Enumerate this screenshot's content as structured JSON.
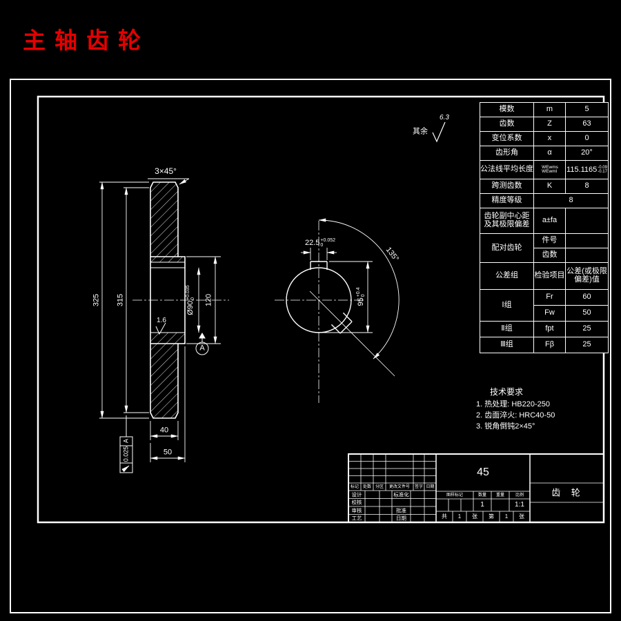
{
  "title": "主轴齿轮",
  "colors": {
    "background": "#000000",
    "line_color": "#ffffff",
    "title_color": "#e60000"
  },
  "surface_note": {
    "prefix": "其余",
    "roughness": "6.3"
  },
  "left_view": {
    "chamfer": "3×45°",
    "dim_outer": "325",
    "dim_root": "315",
    "dim_hub": "120",
    "dim_rim_width": "40",
    "dim_hub_width": "50",
    "bore": {
      "main": "Ø90",
      "sup": "+0.035",
      "sub": "0"
    },
    "bore_roughness": "1.6",
    "datum_label": "A",
    "tolerance": {
      "value": "0.025",
      "datum": "A"
    }
  },
  "end_view": {
    "key_width": {
      "main": "22.5",
      "sup": "+0.052",
      "sub": "0"
    },
    "key_height": {
      "main": "95",
      "sup": "+0.4",
      "sub": "0"
    },
    "key_angle": "135°"
  },
  "param_table": {
    "rows": [
      {
        "name": "模数",
        "sym": "m",
        "val": "5"
      },
      {
        "name": "齿数",
        "sym": "Z",
        "val": "63"
      },
      {
        "name": "变位系数",
        "sym": "x",
        "val": "0"
      },
      {
        "name": "齿形角",
        "sym": "α",
        "val": "20°"
      },
      {
        "name": "公法线平均长度",
        "sym_top": "WEwms",
        "sym_bot": "WEwml",
        "val": "115.1165",
        "val_sup": "-0.09",
        "val_sub": "-0.17"
      },
      {
        "name": "跨测齿数",
        "sym": "K",
        "val": "8"
      },
      {
        "name": "精度等级",
        "val": "8"
      },
      {
        "name_l1": "齿轮副中心距",
        "name_l2": "及其极限偏差",
        "sym": "a±fa",
        "val": ""
      },
      {
        "name": "配对齿轮",
        "sub": [
          {
            "sym": "件号",
            "val": ""
          },
          {
            "sym": "齿数",
            "val": ""
          }
        ]
      },
      {
        "h1": "公差组",
        "h2": "检验项目",
        "h3_l1": "公差(或极限",
        "h3_l2": "偏差)值"
      },
      {
        "group": "Ⅰ组",
        "items": [
          {
            "sym": "Fr",
            "val": "60"
          },
          {
            "sym": "Fw",
            "val": "50"
          }
        ]
      },
      {
        "group": "Ⅱ组",
        "sym": "fpt",
        "val": "25"
      },
      {
        "group": "Ⅲ组",
        "sym": "Fβ",
        "val": "25"
      }
    ]
  },
  "tech_req": {
    "title": "技术要求",
    "item1": "1. 热处理: HB220-250",
    "item2": "2. 齿面淬火: HRC40-50",
    "item3": "3. 锐角倒钝2×45°"
  },
  "title_block": {
    "material": "45",
    "part_name": "齿 轮",
    "rev_header": [
      "标记",
      "处数",
      "分区",
      "更改文件号",
      "签字",
      "日期"
    ],
    "sign_rows": [
      {
        "l": "设计",
        "r": "标准化"
      },
      {
        "l": "校核",
        "r": ""
      },
      {
        "l": "审核",
        "r": "批准"
      },
      {
        "l": "工艺",
        "r": "日期"
      }
    ],
    "mid_header": [
      "图样标记",
      "数量",
      "重量",
      "比例"
    ],
    "qty": "1",
    "scale": "1:1",
    "sheet_row": [
      "共",
      "1",
      "张",
      "第",
      "1",
      "张"
    ]
  }
}
